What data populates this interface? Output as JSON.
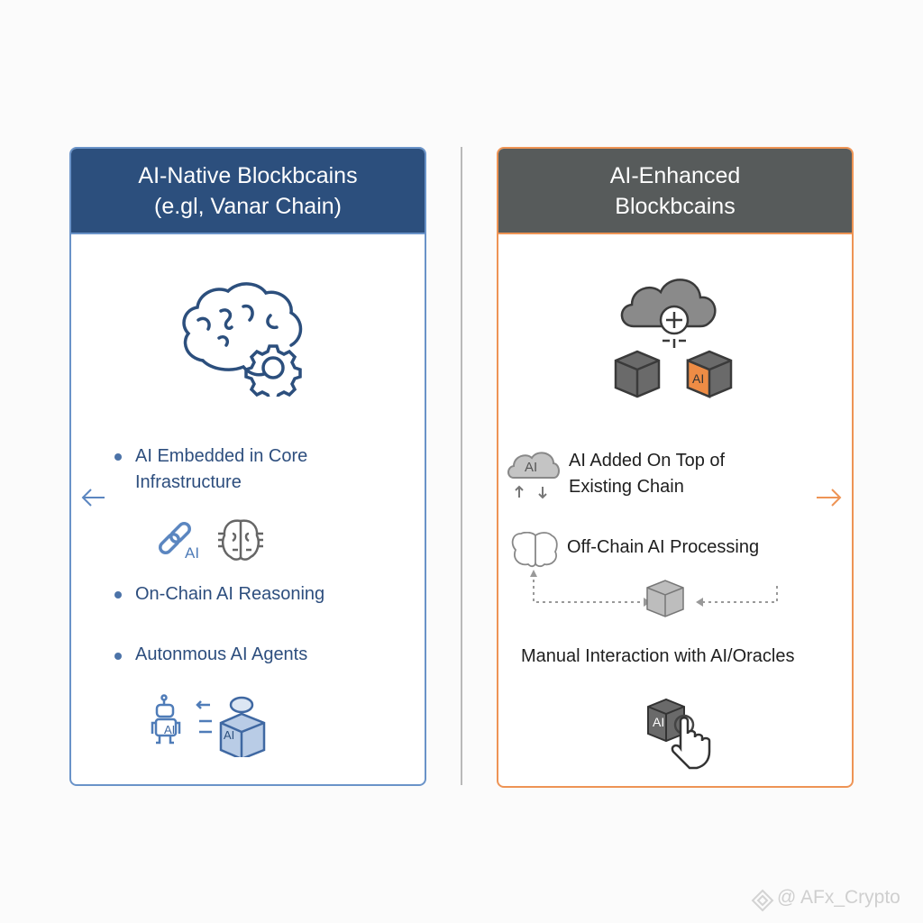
{
  "left_panel": {
    "title_line1": "AI-Native Blockbcains",
    "title_line2": "(e.gl, Vanar Chain)",
    "bullets": [
      "AI Embedded in Core",
      "Infrastructure",
      "On-Chain AI Reasoning",
      "Autonmous AI Agents"
    ],
    "icon_labels": {
      "chain_ai": "AI",
      "robot_ai": "AI",
      "cube_ai": "AI"
    },
    "accent": "#2c4f7d"
  },
  "right_panel": {
    "title_line1": "AI-Enhanced",
    "title_line2": "Blockbcains",
    "items": [
      "AI Added On Top of",
      "Existing Chain",
      "Off-Chain AI Processing",
      "Manual Interaction with AI/Oracles"
    ],
    "icon_labels": {
      "cube_ai": "AI",
      "cloud_ai": "AI",
      "hand_cube_ai": "AI"
    },
    "accent": "#ee9455"
  },
  "watermark": "@ AFx_Crypto"
}
